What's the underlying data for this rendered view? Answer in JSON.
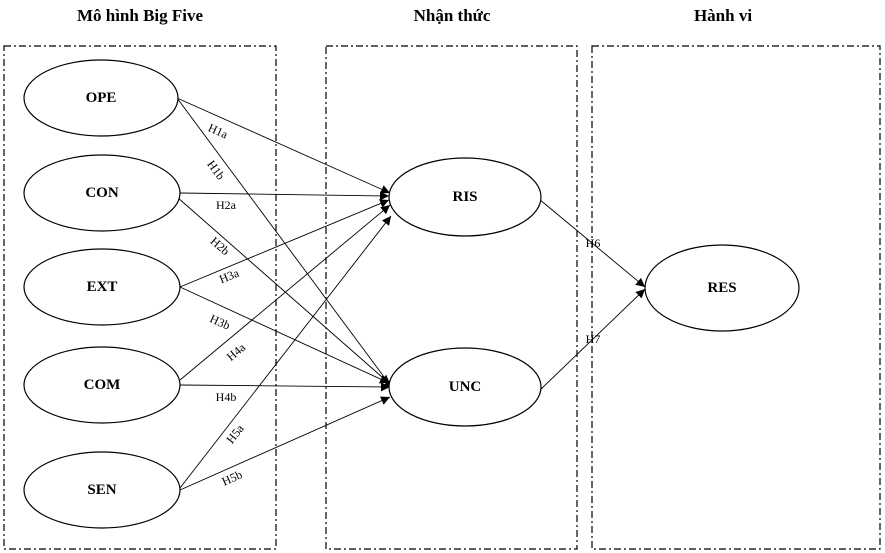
{
  "groups": [
    {
      "id": "big-five",
      "title": "Mô hình Big Five"
    },
    {
      "id": "perception",
      "title": "Nhận thức"
    },
    {
      "id": "behavior",
      "title": "Hành vi"
    }
  ],
  "nodes": [
    {
      "id": "OPE",
      "label": "OPE"
    },
    {
      "id": "CON",
      "label": "CON"
    },
    {
      "id": "EXT",
      "label": "EXT"
    },
    {
      "id": "COM",
      "label": "COM"
    },
    {
      "id": "SEN",
      "label": "SEN"
    },
    {
      "id": "RIS",
      "label": "RIS"
    },
    {
      "id": "UNC",
      "label": "UNC"
    },
    {
      "id": "RES",
      "label": "RES"
    }
  ],
  "edges": [
    {
      "from": "OPE",
      "to": "RIS",
      "label": "H1a"
    },
    {
      "from": "OPE",
      "to": "UNC",
      "label": "H1b"
    },
    {
      "from": "CON",
      "to": "RIS",
      "label": "H2a"
    },
    {
      "from": "CON",
      "to": "UNC",
      "label": "H2b"
    },
    {
      "from": "EXT",
      "to": "RIS",
      "label": "H3a"
    },
    {
      "from": "EXT",
      "to": "UNC",
      "label": "H3b"
    },
    {
      "from": "COM",
      "to": "RIS",
      "label": "H4a"
    },
    {
      "from": "COM",
      "to": "UNC",
      "label": "H4b"
    },
    {
      "from": "SEN",
      "to": "RIS",
      "label": "H5a"
    },
    {
      "from": "SEN",
      "to": "UNC",
      "label": "H5b"
    },
    {
      "from": "RIS",
      "to": "RES",
      "label": "H6"
    },
    {
      "from": "UNC",
      "to": "RES",
      "label": "H7"
    }
  ]
}
